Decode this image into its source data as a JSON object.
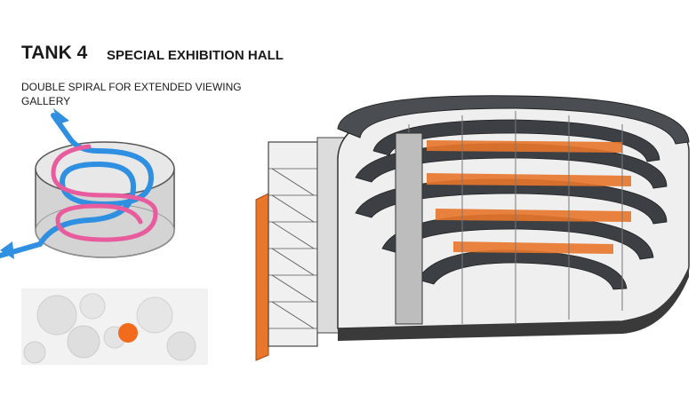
{
  "header": {
    "tank_label": "TANK 4",
    "hall_label": "SPECIAL EXHIBITION HALL"
  },
  "description": {
    "text": "DOUBLE SPIRAL FOR EXTENDED VIEWING GALLERY"
  },
  "colors": {
    "spiral_blue": "#2f8fe0",
    "spiral_pink": "#e85c9e",
    "tank_grey": "#c9c9c9",
    "accent_orange": "#e8762b",
    "floor_dark": "#3c3f44",
    "locator_dot": "#f26a1b"
  },
  "icons": {
    "entry_arrow": "arrow-right-icon",
    "exit_arrow": "arrow-left-icon"
  }
}
